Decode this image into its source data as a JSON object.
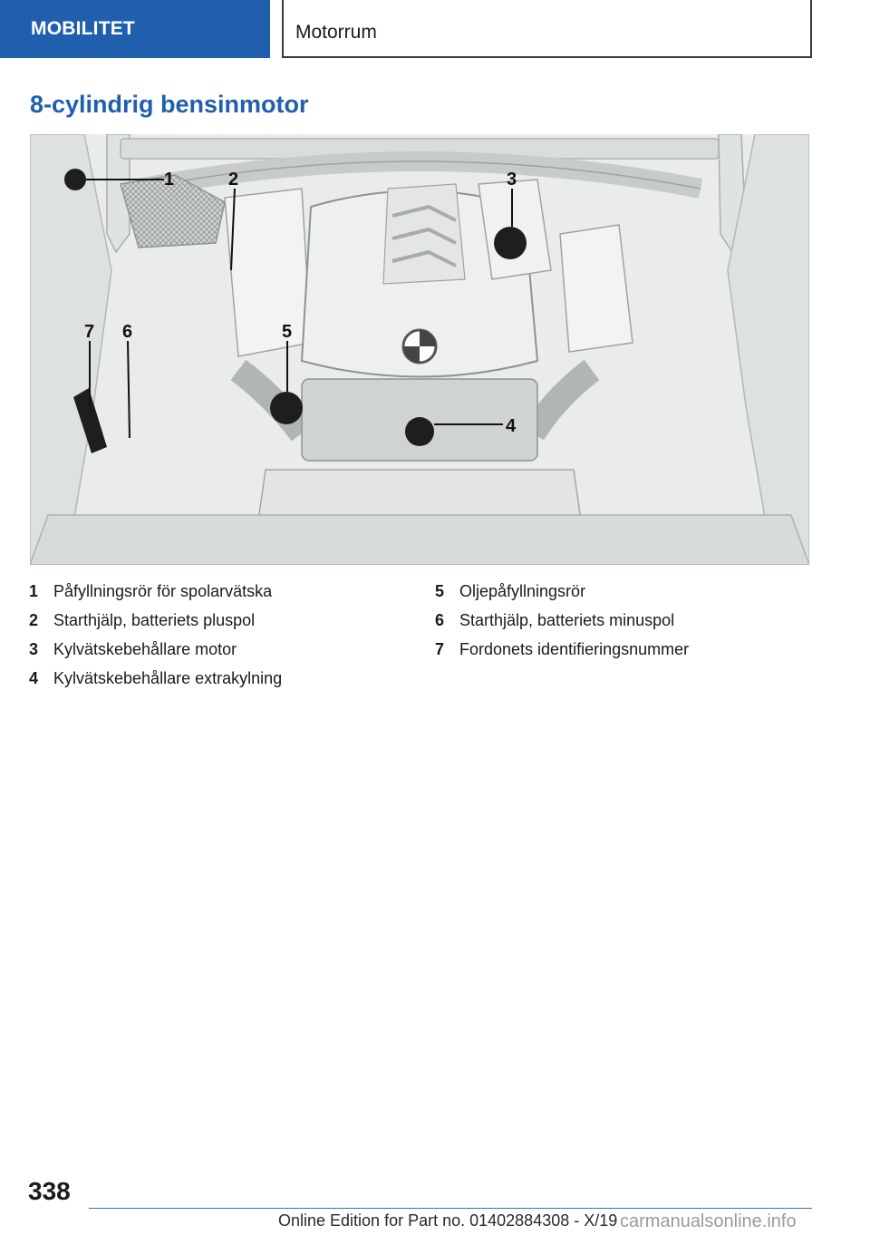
{
  "header": {
    "section": "MOBILITET",
    "chapter": "Motorrum"
  },
  "title": "8-cylindrig bensinmotor",
  "figure": {
    "callouts": [
      "1",
      "2",
      "3",
      "4",
      "5",
      "6",
      "7"
    ]
  },
  "legend": {
    "left": [
      {
        "num": "1",
        "text": "Påfyllningsrör för spolarvätska"
      },
      {
        "num": "2",
        "text": "Starthjälp, batteriets pluspol"
      },
      {
        "num": "3",
        "text": "Kylvätskebehållare motor"
      },
      {
        "num": "4",
        "text": "Kylvätskebehållare extrakylning"
      }
    ],
    "right": [
      {
        "num": "5",
        "text": "Oljepåfyllningsrör"
      },
      {
        "num": "6",
        "text": "Starthjälp, batteriets minuspol"
      },
      {
        "num": "7",
        "text": "Fordonets identifieringsnummer"
      }
    ]
  },
  "footer": {
    "page_number": "338",
    "edition": "Online Edition for Part no. 01402884308 - X/19",
    "watermark": "carmanualsonline.info"
  }
}
